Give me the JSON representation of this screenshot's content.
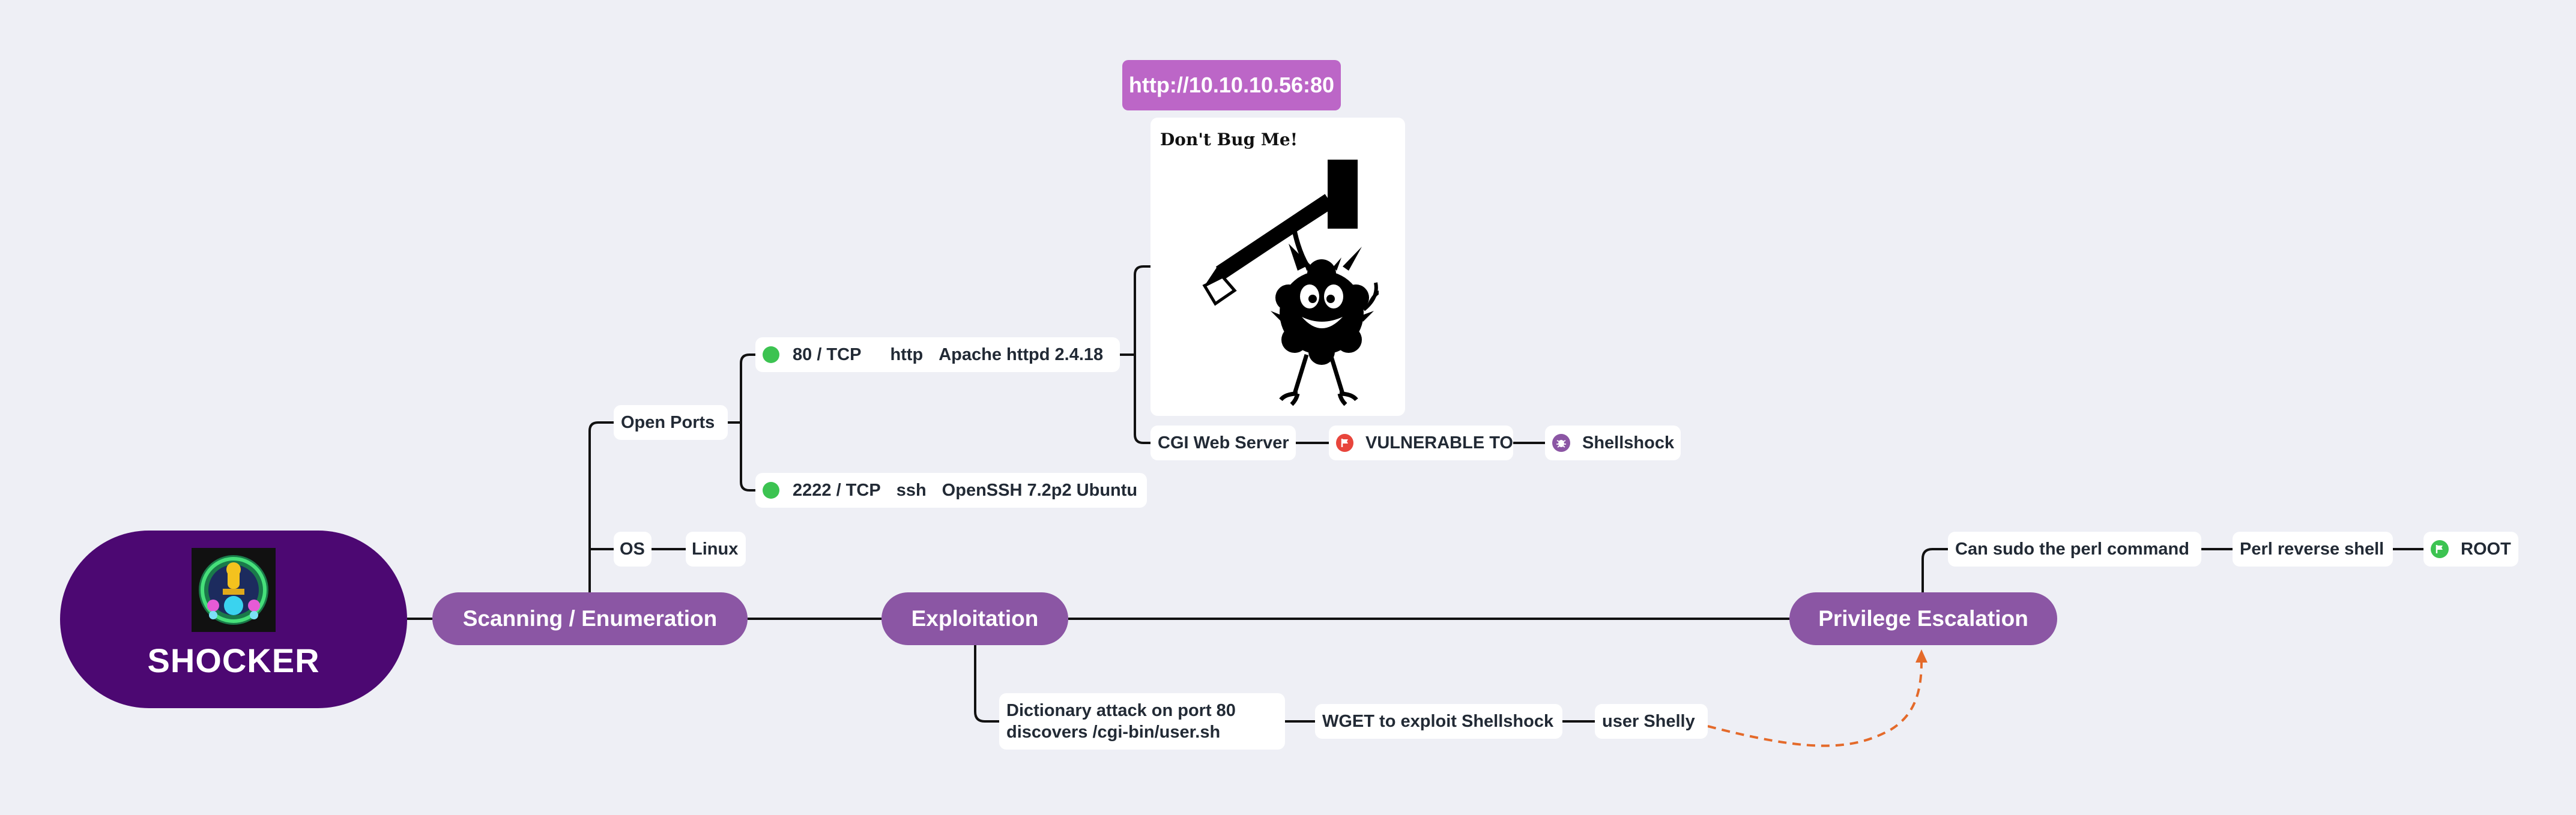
{
  "root": {
    "title": "SHOCKER",
    "logo_icon": "htb-machine-avatar-icon"
  },
  "branches": {
    "scanning": "Scanning / Enumeration",
    "exploitation": "Exploitation",
    "privesc": "Privilege Escalation"
  },
  "scanning": {
    "open_ports_label": "Open Ports",
    "os_label": "OS",
    "os_value": "Linux",
    "ports": [
      {
        "port": "80 / TCP",
        "service": "http",
        "version": "Apache httpd 2.4.18",
        "status_color": "#3cc351"
      },
      {
        "port": "2222 / TCP",
        "service": "ssh",
        "version": "OpenSSH 7.2p2 Ubuntu",
        "status_color": "#3cc351"
      }
    ],
    "web": {
      "url": "http://10.10.10.56:80",
      "image_caption": "Don't Bug Me!",
      "cgi_label": "CGI Web Server",
      "vuln_label": "VULNERABLE TO",
      "vuln_target": "Shellshock"
    }
  },
  "exploitation": {
    "dictionary_line1": "Dictionary attack on port 80",
    "dictionary_line2": "discovers /cgi-bin/user.sh",
    "wget": "WGET to exploit Shellshock",
    "user": "user Shelly"
  },
  "privesc": {
    "sudo": "Can sudo the perl command",
    "reverse_shell": "Perl reverse shell",
    "root": "ROOT"
  },
  "colors": {
    "background": "#eeeff5",
    "root_fill": "#4c0872",
    "branch_fill": "#8b56a4",
    "url_fill": "#bc66c7",
    "arrow": "#e46a2a",
    "status_green": "#3cc351",
    "flag_red": "#e8453c"
  }
}
